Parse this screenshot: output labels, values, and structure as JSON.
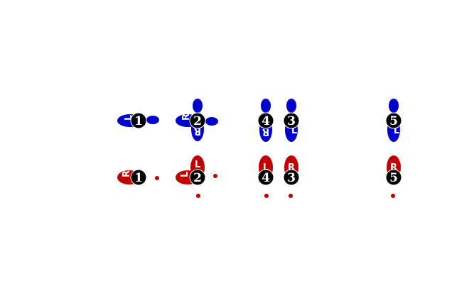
{
  "colors": {
    "blue": "#0000cc",
    "red": "#c00000",
    "badge": "#000000",
    "badge_text": "#ffffff",
    "letter": "#ffffff"
  },
  "top_row": {
    "steps": [
      {
        "number": "1",
        "letters": [
          "L"
        ]
      },
      {
        "number": "2",
        "letters": [
          "R",
          "R"
        ]
      },
      {
        "number": "4",
        "letters": [
          "R"
        ]
      },
      {
        "number": "3",
        "letters": [
          "L"
        ]
      },
      {
        "number": "5",
        "letters": [
          "L"
        ]
      }
    ]
  },
  "bottom_row": {
    "steps": [
      {
        "number": "1",
        "letters": [
          "R"
        ]
      },
      {
        "number": "2",
        "letters": [
          "L",
          "L"
        ]
      },
      {
        "number": "4",
        "letters": [
          "L"
        ]
      },
      {
        "number": "3",
        "letters": [
          "R"
        ]
      },
      {
        "number": "5",
        "letters": [
          "R"
        ]
      }
    ]
  }
}
